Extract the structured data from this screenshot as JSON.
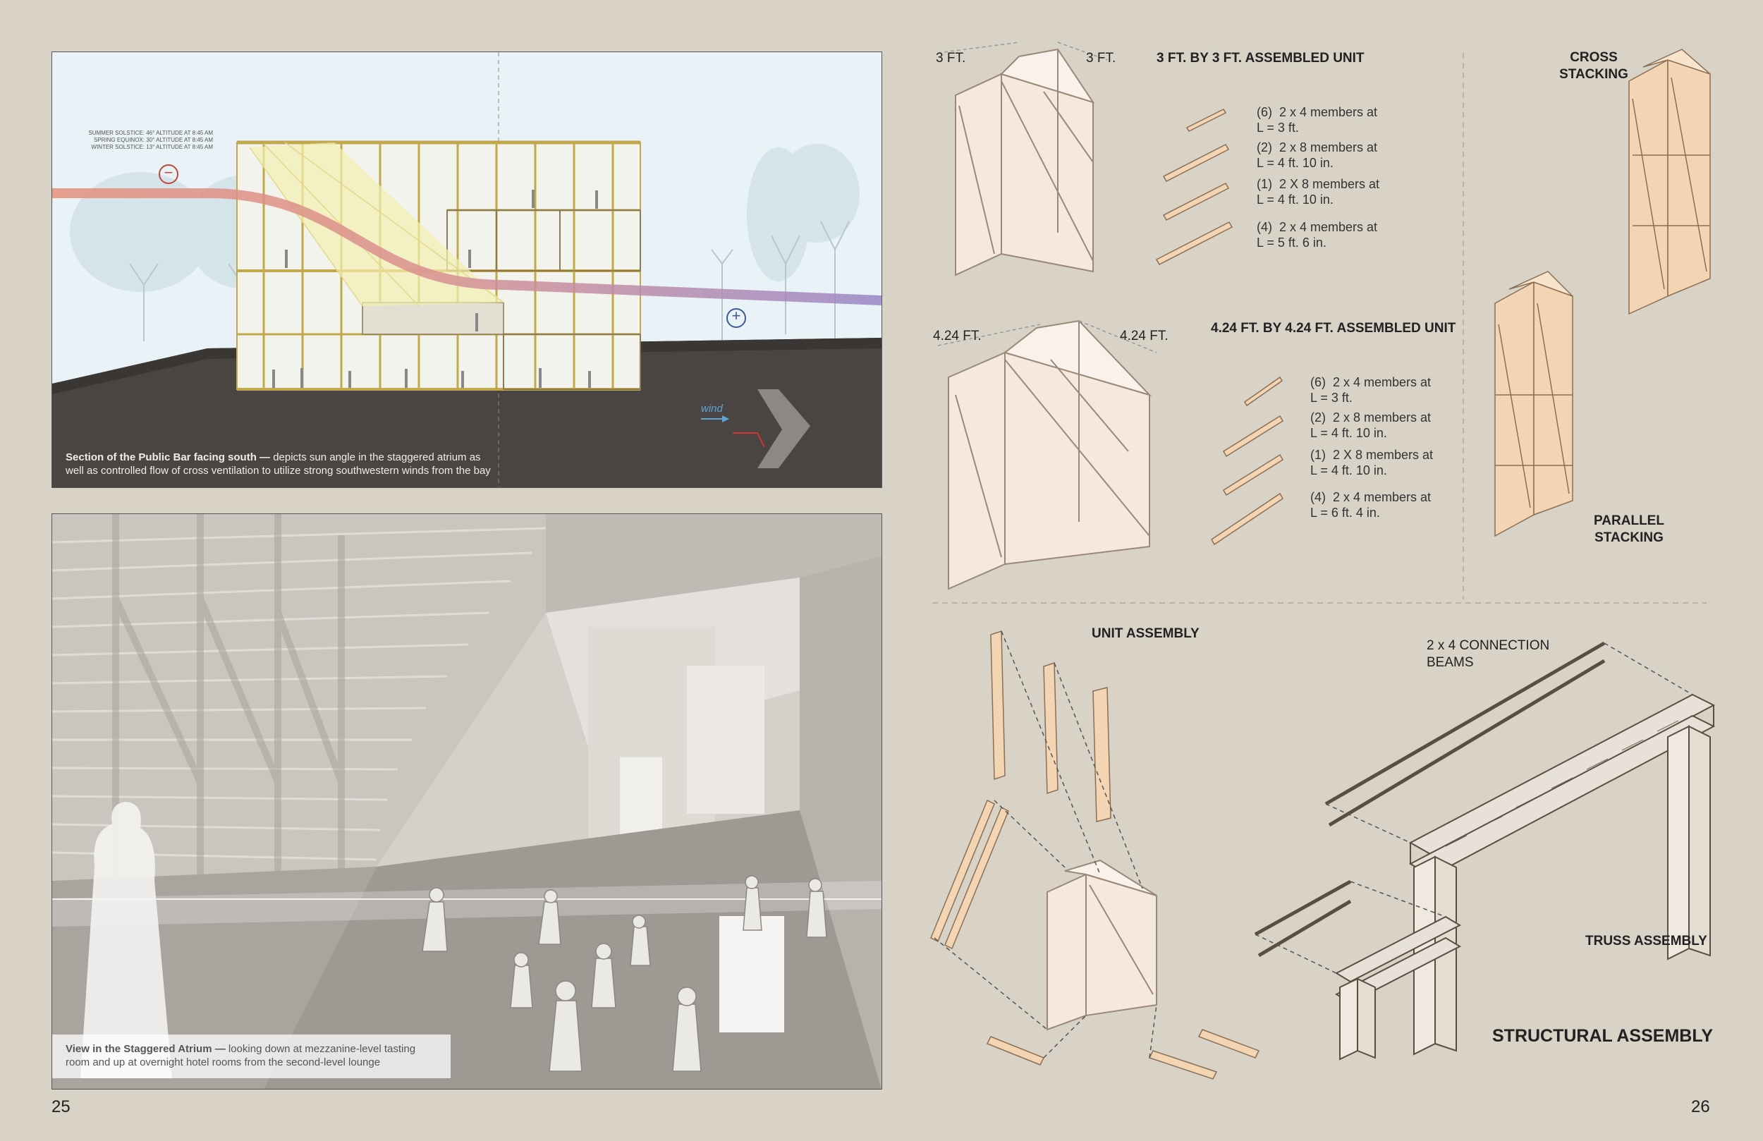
{
  "left_page": {
    "section": {
      "solstice_lines": [
        "SUMMER SOLSTICE: 46° ALTITUDE AT 8:45 AM",
        "SPRING EQUINOX: 30° ALTITUDE AT 8:45 AM",
        "WINTER SOLSTICE: 13° ALTITUDE AT 8:45 AM"
      ],
      "minus_symbol": "−",
      "plus_symbol": "+",
      "wind_label": "wind",
      "caption_bold": "Section of the Public Bar facing south —",
      "caption_line1": " depicts sun angle in the staggered atrium as",
      "caption_line2": "well as controlled flow of cross ventilation to utilize strong southwestern winds from the bay"
    },
    "atrium": {
      "caption_bold": "View in the Staggered Atrium —",
      "caption_line1": " looking down at mezzanine-level tasting",
      "caption_line2": "room and up at overnight hotel rooms from the second-level lounge"
    },
    "page_number": "25"
  },
  "right_page": {
    "unit3": {
      "dim_left": "3 FT.",
      "dim_right": "3 FT.",
      "title": "3 FT. BY 3 FT. ASSEMBLED UNIT",
      "members": [
        "(6)  2 x 4 members at\nL = 3 ft.",
        "(2)  2 x 8 members at\nL = 4 ft. 10 in.",
        "(1)  2 X 8 members at\nL = 4 ft. 10 in.",
        "(4)  2 x 4 members at\nL = 5 ft. 6 in."
      ]
    },
    "unit424": {
      "dim_left": "4.24 FT.",
      "dim_right": "4.24 FT.",
      "title": "4.24 FT. BY 4.24 FT. ASSEMBLED UNIT",
      "members": [
        "(6)  2 x 4 members at\nL = 3 ft.",
        "(2)  2 x 8 members at\nL = 4 ft. 10 in.",
        "(1)  2 X 8 members at\nL = 4 ft. 10 in.",
        "(4)  2 x 4 members at\nL = 6 ft. 4 in."
      ]
    },
    "stacking": {
      "cross_line1": "CROSS",
      "cross_line2": "STACKING",
      "parallel_line1": "PARALLEL",
      "parallel_line2": "STACKING"
    },
    "assembly": {
      "unit_assembly": "UNIT ASSEMBLY",
      "beams_line1": "2 x 4 CONNECTION",
      "beams_line2": "BEAMS",
      "truss_assembly": "TRUSS ASSEMBLY",
      "structural_assembly": "STRUCTURAL ASSEMBLY"
    },
    "page_number": "26"
  },
  "colors": {
    "background": "#d8d2c7",
    "timber": "#f4d7b8",
    "timber_outline": "#8a6f55",
    "ground": "#4a4543",
    "sun_zone": "#f2efb0",
    "wind_warm": "#e5907a",
    "wind_cool": "#9a86c6",
    "building_gold": "#c2a84a"
  }
}
